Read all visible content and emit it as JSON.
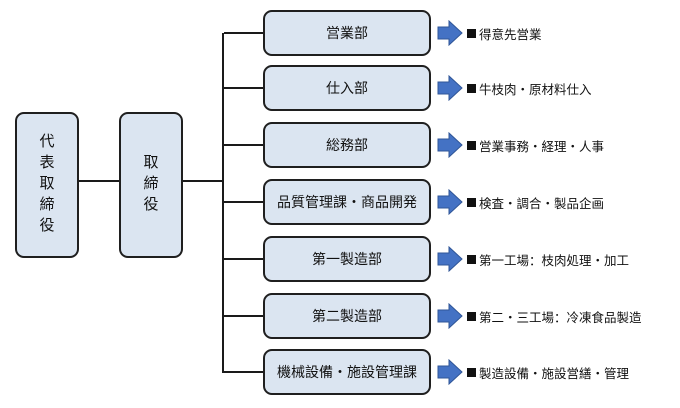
{
  "representative": {
    "label": "代表取締役"
  },
  "director": {
    "label": "取締役"
  },
  "departments": [
    {
      "name": "営業部",
      "duty": "得意先営業"
    },
    {
      "name": "仕入部",
      "duty": "牛枝肉・原材料仕入"
    },
    {
      "name": "総務部",
      "duty": "営業事務・経理・人事"
    },
    {
      "name": "品質管理課・商品開発",
      "duty": "検査・調合・製品企画"
    },
    {
      "name": "第一製造部",
      "duty": "第一工場：枝肉処理・加工"
    },
    {
      "name": "第二製造部",
      "duty": "第二・三工場：冷凍食品製造"
    },
    {
      "name": "機械設備・施設管理課",
      "duty": "製造設備・施設営繕・管理"
    }
  ],
  "colors": {
    "box_fill": "#dbe5f1",
    "arrow": "#4472c4",
    "line": "#1a1a1a"
  }
}
